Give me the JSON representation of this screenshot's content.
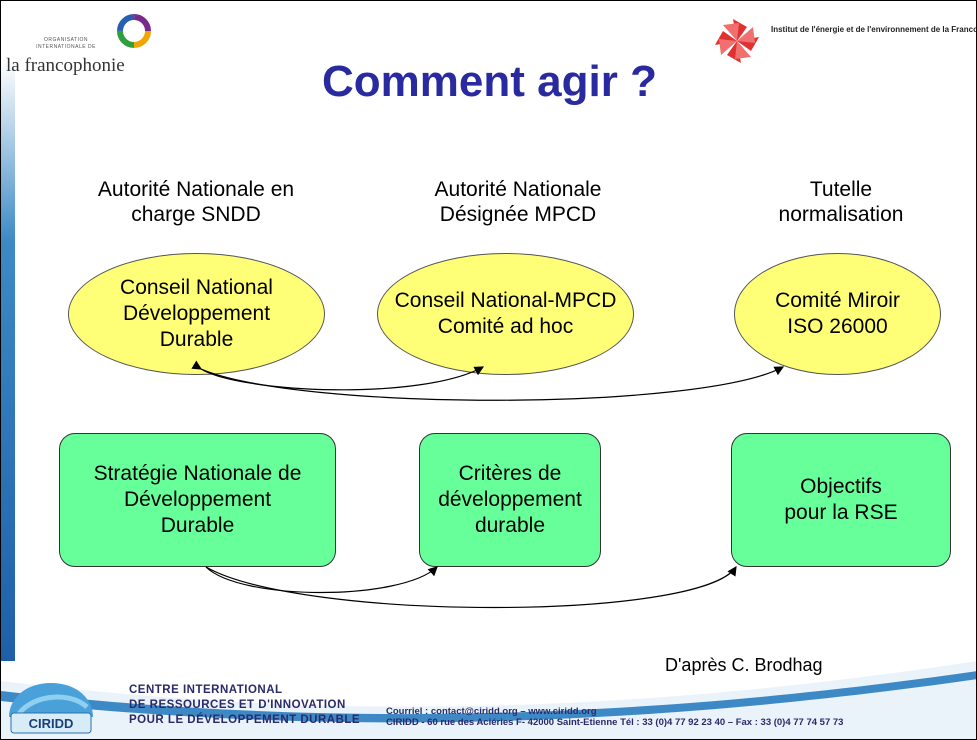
{
  "title": "Comment agir ?",
  "logo_left": {
    "small_text": "ORGANISATION\nINTERNATIONALE DE",
    "name": "la francophonie"
  },
  "logo_right": {
    "text": "Institut de l'énergie et de l'environnement\nde la Francophonie\nIEPF"
  },
  "columns": [
    {
      "heading": "Autorité Nationale en\ncharge SNDD",
      "ellipse": "Conseil National\nDéveloppement\nDurable",
      "box": "Stratégie Nationale de\nDéveloppement\nDurable"
    },
    {
      "heading": "Autorité Nationale\nDésignée MPCD",
      "ellipse": "Conseil National-MPCD\nComité ad hoc",
      "box": "Critères de\ndéveloppement\ndurable"
    },
    {
      "heading": "Tutelle\nnormalisation",
      "ellipse": "Comité Miroir\nISO 26000",
      "box": "Objectifs\npour la RSE"
    }
  ],
  "credit": "D'après C. Brodhag",
  "footer": {
    "logo_text": "CIRIDD",
    "org_name": "CENTRE INTERNATIONAL\nDE RESSOURCES ET D'INNOVATION\nPOUR LE DÉVELOPPEMENT DURABLE",
    "contact": "Courriel : contact@ciridd.org – www.ciridd.org\nCIRIDD - 60 rue des Aciéries F- 42000 Saint-Etienne Tél : 33 (0)4 77 92 23 40 – Fax : 33 (0)4 77 74 57 73"
  },
  "colors": {
    "title": "#2a2aa0",
    "ellipse_fill": "#ffff77",
    "box_fill": "#66ff99",
    "footer_wave": "#3d89c6"
  }
}
